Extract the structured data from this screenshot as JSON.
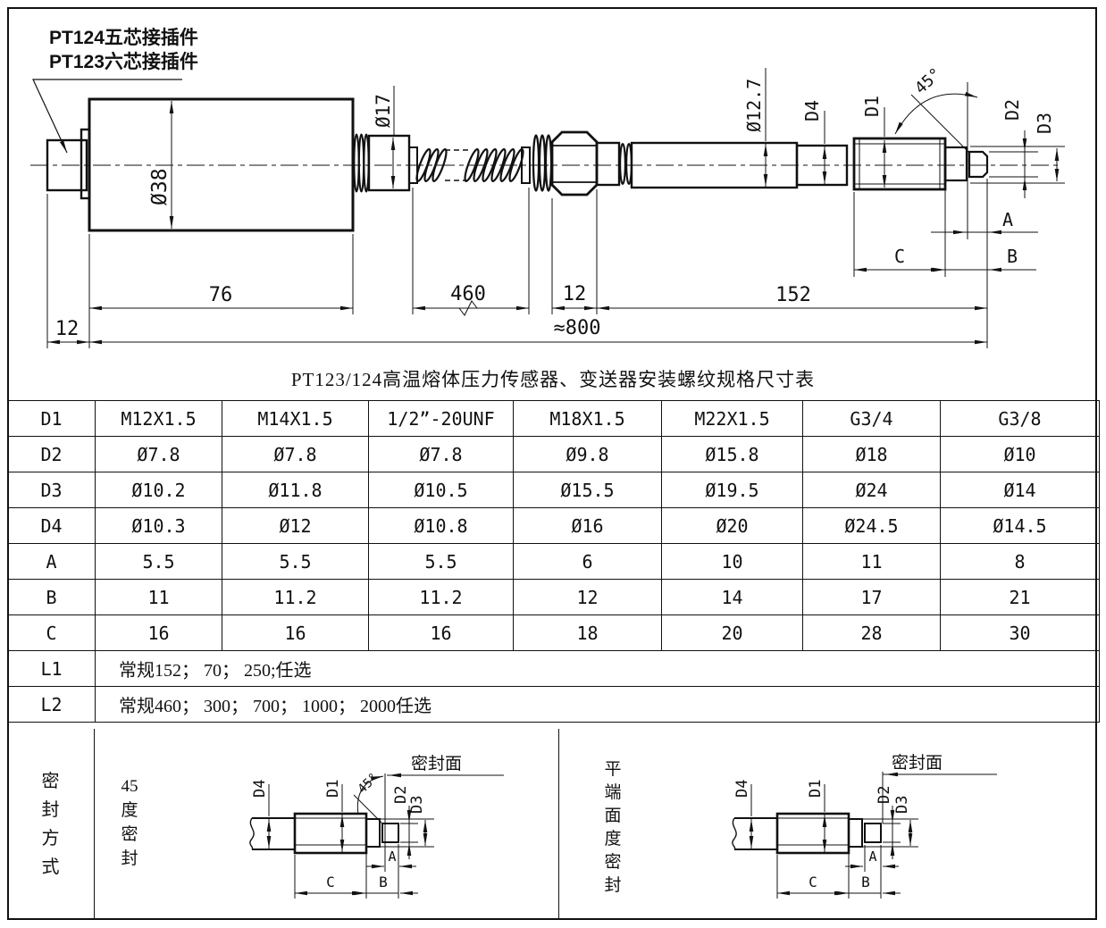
{
  "page": {
    "background": "#ffffff",
    "line_color": "#111111"
  },
  "annotation": {
    "line1": "PT124五芯接插件",
    "line2": "PT123六芯接插件"
  },
  "dimensions": {
    "body_diameter": "Ø38",
    "neck_diameter": "Ø17",
    "stem_diameter": "Ø12.7",
    "d1": "D1",
    "d2": "D2",
    "d3": "D3",
    "d4": "D4",
    "chamfer_angle": "45°",
    "a": "A",
    "b": "B",
    "c": "C",
    "connector_length": "12",
    "body_length": "76",
    "hose_length": "460",
    "hex_length": "12",
    "stem_length": "152",
    "total_length": "≈800"
  },
  "table": {
    "title": "PT123/124高温熔体压力传感器、变送器安装螺纹规格尺寸表",
    "rows": [
      {
        "label": "D1",
        "values": [
          "M12X1.5",
          "M14X1.5",
          "1/2”-20UNF",
          "M18X1.5",
          "M22X1.5",
          "G3/4",
          "G3/8"
        ]
      },
      {
        "label": "D2",
        "values": [
          "Ø7.8",
          "Ø7.8",
          "Ø7.8",
          "Ø9.8",
          "Ø15.8",
          "Ø18",
          "Ø10"
        ]
      },
      {
        "label": "D3",
        "values": [
          "Ø10.2",
          "Ø11.8",
          "Ø10.5",
          "Ø15.5",
          "Ø19.5",
          "Ø24",
          "Ø14"
        ]
      },
      {
        "label": "D4",
        "values": [
          "Ø10.3",
          "Ø12",
          "Ø10.8",
          "Ø16",
          "Ø20",
          "Ø24.5",
          "Ø14.5"
        ]
      },
      {
        "label": "A",
        "values": [
          "5.5",
          "5.5",
          "5.5",
          "6",
          "10",
          "11",
          "8"
        ]
      },
      {
        "label": "B",
        "values": [
          "11",
          "11.2",
          "11.2",
          "12",
          "14",
          "17",
          "21"
        ]
      },
      {
        "label": "C",
        "values": [
          "16",
          "16",
          "16",
          "18",
          "20",
          "28",
          "30"
        ]
      },
      {
        "label": "L1",
        "text": "常规152； 70； 250;任选"
      },
      {
        "label": "L2",
        "text": "常规460； 300； 700； 1000； 2000任选"
      }
    ]
  },
  "seal_section": {
    "row_label_chars": [
      "密",
      "封",
      "方",
      "式"
    ],
    "seal_face_label": "密封面",
    "left": {
      "label_chars": [
        "45",
        "度",
        "密",
        "封"
      ]
    },
    "right": {
      "label_chars": [
        "平",
        "端",
        "面",
        "度",
        "密",
        "封"
      ]
    }
  }
}
